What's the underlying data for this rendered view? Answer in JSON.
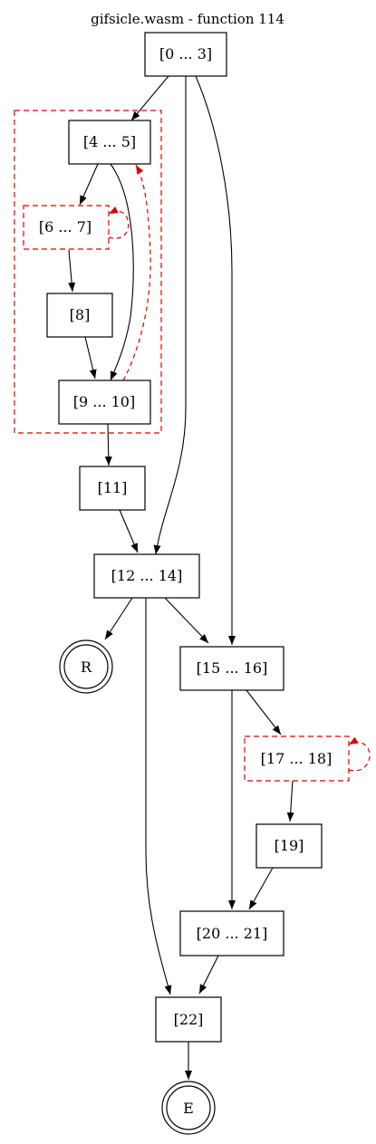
{
  "title": "gifsicle.wasm - function 114",
  "colors": {
    "stroke": "#000000",
    "loop": "#e00000",
    "background": "#ffffff"
  },
  "nodes": [
    {
      "id": "n0",
      "label": "[0 ... 3]",
      "shape": "box"
    },
    {
      "id": "n4",
      "label": "[4 ... 5]",
      "shape": "box"
    },
    {
      "id": "n6",
      "label": "[6 ... 7]",
      "shape": "box-dashed"
    },
    {
      "id": "n8",
      "label": "[8]",
      "shape": "box"
    },
    {
      "id": "n9",
      "label": "[9 ... 10]",
      "shape": "box"
    },
    {
      "id": "n11",
      "label": "[11]",
      "shape": "box"
    },
    {
      "id": "n12",
      "label": "[12 ... 14]",
      "shape": "box"
    },
    {
      "id": "nR",
      "label": "R",
      "shape": "doublecircle"
    },
    {
      "id": "n15",
      "label": "[15 ... 16]",
      "shape": "box"
    },
    {
      "id": "n17",
      "label": "[17 ... 18]",
      "shape": "box-dashed"
    },
    {
      "id": "n19",
      "label": "[19]",
      "shape": "box"
    },
    {
      "id": "n20",
      "label": "[20 ... 21]",
      "shape": "box"
    },
    {
      "id": "n22",
      "label": "[22]",
      "shape": "box"
    },
    {
      "id": "nE",
      "label": "E",
      "shape": "doublecircle"
    }
  ],
  "edges": [
    {
      "from": "n0",
      "to": "n4",
      "style": "solid"
    },
    {
      "from": "n0",
      "to": "n12",
      "style": "solid"
    },
    {
      "from": "n0",
      "to": "n15",
      "style": "solid"
    },
    {
      "from": "n4",
      "to": "n6",
      "style": "solid"
    },
    {
      "from": "n4",
      "to": "n9",
      "style": "solid"
    },
    {
      "from": "n6",
      "to": "n6",
      "style": "loop"
    },
    {
      "from": "n6",
      "to": "n8",
      "style": "solid"
    },
    {
      "from": "n8",
      "to": "n9",
      "style": "solid"
    },
    {
      "from": "n9",
      "to": "n4",
      "style": "loop"
    },
    {
      "from": "n9",
      "to": "n11",
      "style": "solid"
    },
    {
      "from": "n11",
      "to": "n12",
      "style": "solid"
    },
    {
      "from": "n12",
      "to": "nR",
      "style": "solid"
    },
    {
      "from": "n12",
      "to": "n15",
      "style": "solid"
    },
    {
      "from": "n12",
      "to": "n22",
      "style": "solid"
    },
    {
      "from": "n15",
      "to": "n17",
      "style": "solid"
    },
    {
      "from": "n15",
      "to": "n20",
      "style": "solid"
    },
    {
      "from": "n17",
      "to": "n17",
      "style": "loop"
    },
    {
      "from": "n17",
      "to": "n19",
      "style": "solid"
    },
    {
      "from": "n19",
      "to": "n20",
      "style": "solid"
    },
    {
      "from": "n20",
      "to": "n22",
      "style": "solid"
    },
    {
      "from": "n22",
      "to": "nE",
      "style": "solid"
    }
  ]
}
